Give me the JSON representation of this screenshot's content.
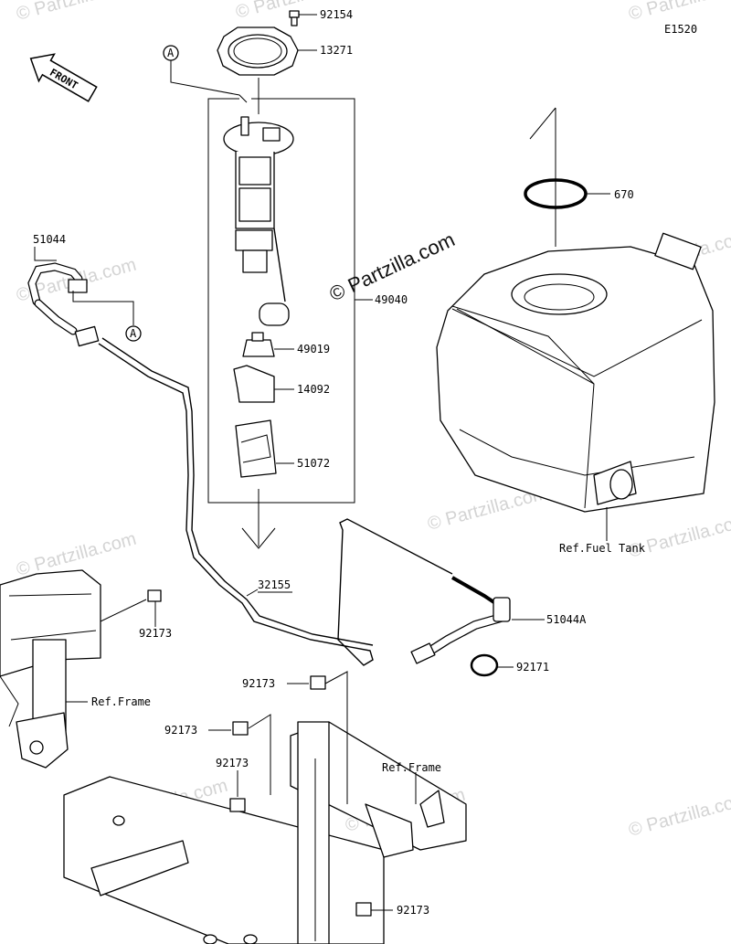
{
  "diagram_code": "E1520",
  "front_label": "FRONT",
  "watermarks": {
    "main": "© Partzilla.com",
    "tile": "© Partzilla.com"
  },
  "callouts": {
    "ref_a": "A",
    "p92154": "92154",
    "p13271": "13271",
    "p670": "670",
    "p51044": "51044",
    "p49040": "49040",
    "p49019": "49019",
    "p14092": "14092",
    "p51072": "51072",
    "p32155": "32155",
    "p51044a": "51044A",
    "p92171": "92171",
    "p92173": "92173",
    "ref_fuel_tank": "Ref.Fuel Tank",
    "ref_frame": "Ref.Frame"
  }
}
